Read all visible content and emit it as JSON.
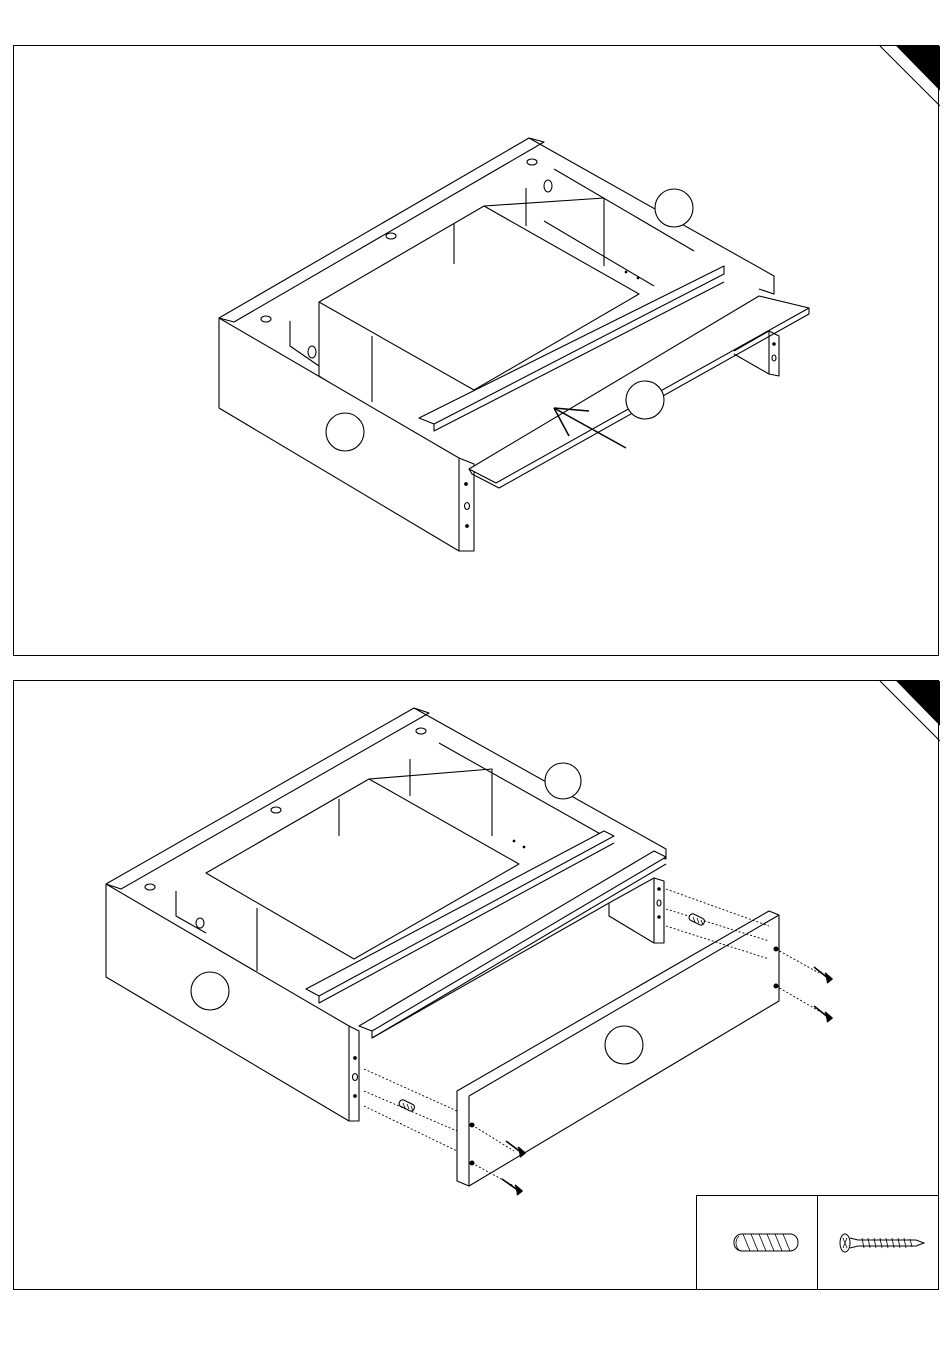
{
  "steps": [
    {
      "id": "step-1",
      "part_labels": [
        "",
        "",
        ""
      ]
    },
    {
      "id": "step-2",
      "part_labels": [
        "",
        "",
        ""
      ]
    }
  ],
  "hardware": [
    {
      "name": "wooden-dowel",
      "icon": "dowel-icon"
    },
    {
      "name": "screw",
      "icon": "screw-icon"
    }
  ],
  "colors": {
    "line": "#000000",
    "background": "#ffffff"
  }
}
